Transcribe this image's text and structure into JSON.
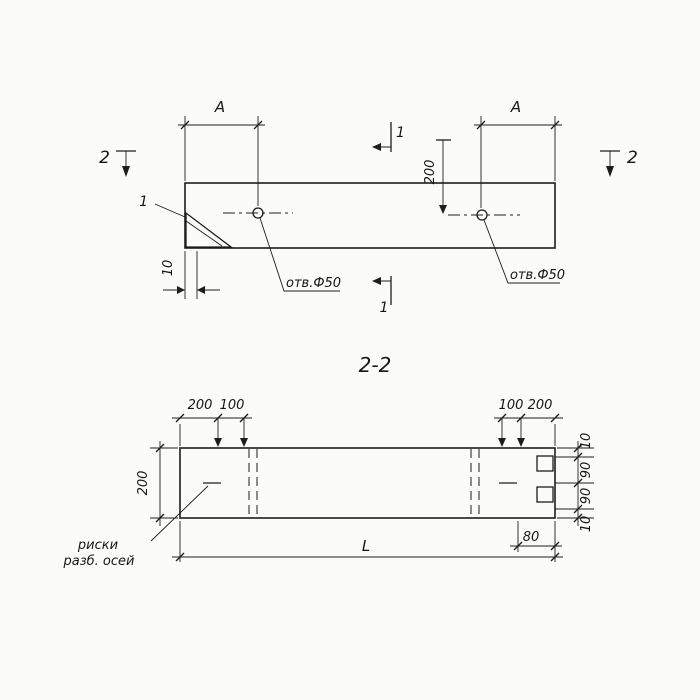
{
  "plan_view": {
    "dim_a_left": "A",
    "dim_a_right": "A",
    "section2_left_label": "2",
    "section2_right_label": "2",
    "section1_top_label": "1",
    "section1_bottom_label": "1",
    "detail_leader_label": "1",
    "dim_vertical_200": "200",
    "dim_edge_10": "10",
    "hole_left_label": "отв.Ф50",
    "hole_right_label": "отв.Ф50"
  },
  "section_view": {
    "title": "2-2",
    "top_left_dims": [
      "200",
      "100"
    ],
    "top_right_dims": [
      "100",
      "200"
    ],
    "left_dim_200": "200",
    "right_dims": [
      "10",
      "90",
      "90",
      "10"
    ],
    "bottom_dim_length": "L",
    "bottom_dim_80": "80",
    "note_line1": "риски",
    "note_line2": "разб. осей"
  }
}
